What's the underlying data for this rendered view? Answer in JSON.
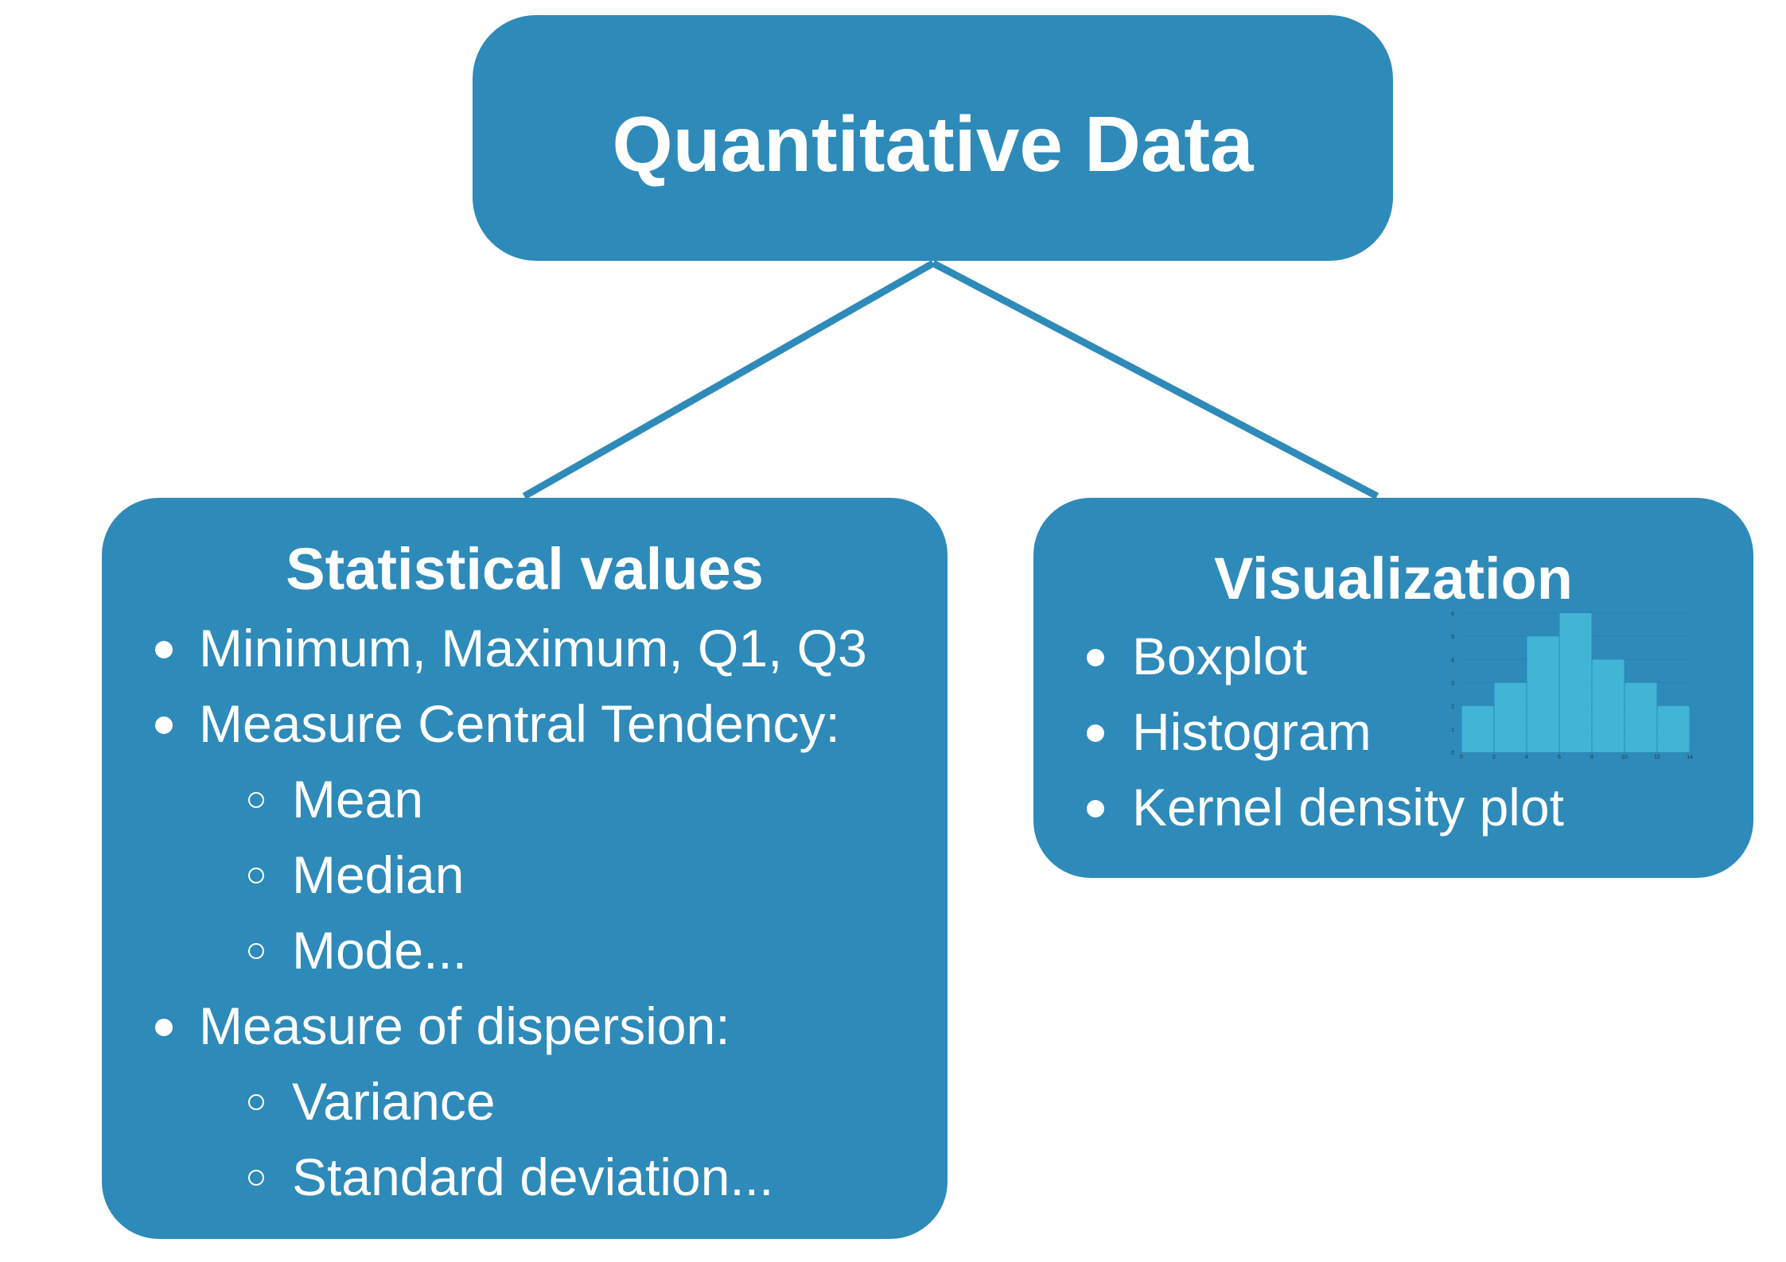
{
  "root": {
    "title": "Quantitative Data"
  },
  "statistical": {
    "title": "Statistical values",
    "items": [
      {
        "text": "Minimum, Maximum, Q1, Q3",
        "level": 1
      },
      {
        "text": "Measure Central Tendency:",
        "level": 1
      },
      {
        "text": "Mean",
        "level": 2
      },
      {
        "text": "Median",
        "level": 2
      },
      {
        "text": "Mode...",
        "level": 2
      },
      {
        "text": "Measure of dispersion:",
        "level": 1
      },
      {
        "text": "Variance",
        "level": 2
      },
      {
        "text": "Standard deviation...",
        "level": 2
      }
    ]
  },
  "visualization": {
    "title": "Visualization",
    "items": [
      {
        "text": "Boxplot",
        "level": 1
      },
      {
        "text": "Histogram",
        "level": 1
      },
      {
        "text": "Kernel density plot",
        "level": 1
      }
    ]
  },
  "colors": {
    "box": "#2E8AB9",
    "bar": "#40B5D6",
    "tick": "#1a3a4a"
  },
  "chart_data": {
    "type": "bar",
    "title": "",
    "bin_edges": [
      0,
      2,
      4,
      6,
      8,
      10,
      12,
      14
    ],
    "values": [
      2,
      3,
      5,
      6,
      4,
      3,
      2
    ],
    "xticks": [
      "0",
      "2",
      "4",
      "6",
      "8",
      "10",
      "12",
      "14"
    ],
    "yticks": [
      "0",
      "1",
      "2",
      "3",
      "4",
      "5",
      "6"
    ],
    "xlim": [
      0,
      14
    ],
    "ylim": [
      0,
      6
    ],
    "grid": true
  }
}
